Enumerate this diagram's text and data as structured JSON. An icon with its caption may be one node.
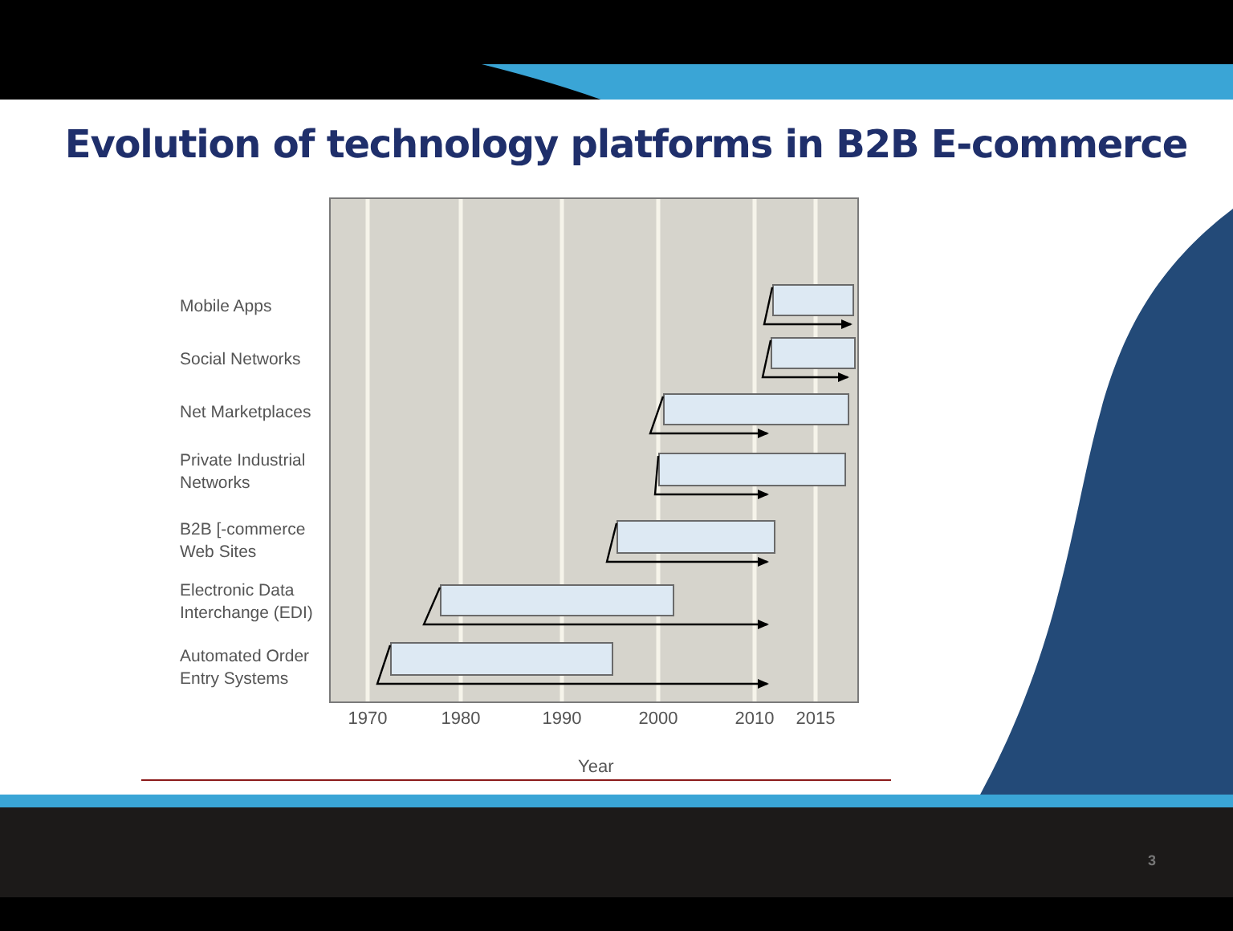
{
  "diagram": {
    "title": "Evolution of technology platforms in B2B E-commerce",
    "nodes": [
      {
        "text": [],
        "shape": "bar"
      },
      {
        "text": [],
        "shape": "bar"
      },
      {
        "text": [],
        "shape": "bar"
      },
      {
        "text": [],
        "shape": "bar"
      },
      {
        "text": [],
        "shape": "bar"
      },
      {
        "text": [],
        "shape": "bar"
      },
      {
        "text": [],
        "shape": "bar"
      }
    ],
    "labels": [
      "Mobile Apps",
      "Social Networks",
      "Net Marketplaces",
      "Private Industrial Networks",
      "B2B [-commerce Web Sites",
      "Electronic Data Interchange (EDI)",
      "Automated Order Entry Systems",
      "1970",
      "1980",
      "1990",
      "2000",
      "2010",
      "2015",
      "Year",
      "3"
    ]
  }
}
